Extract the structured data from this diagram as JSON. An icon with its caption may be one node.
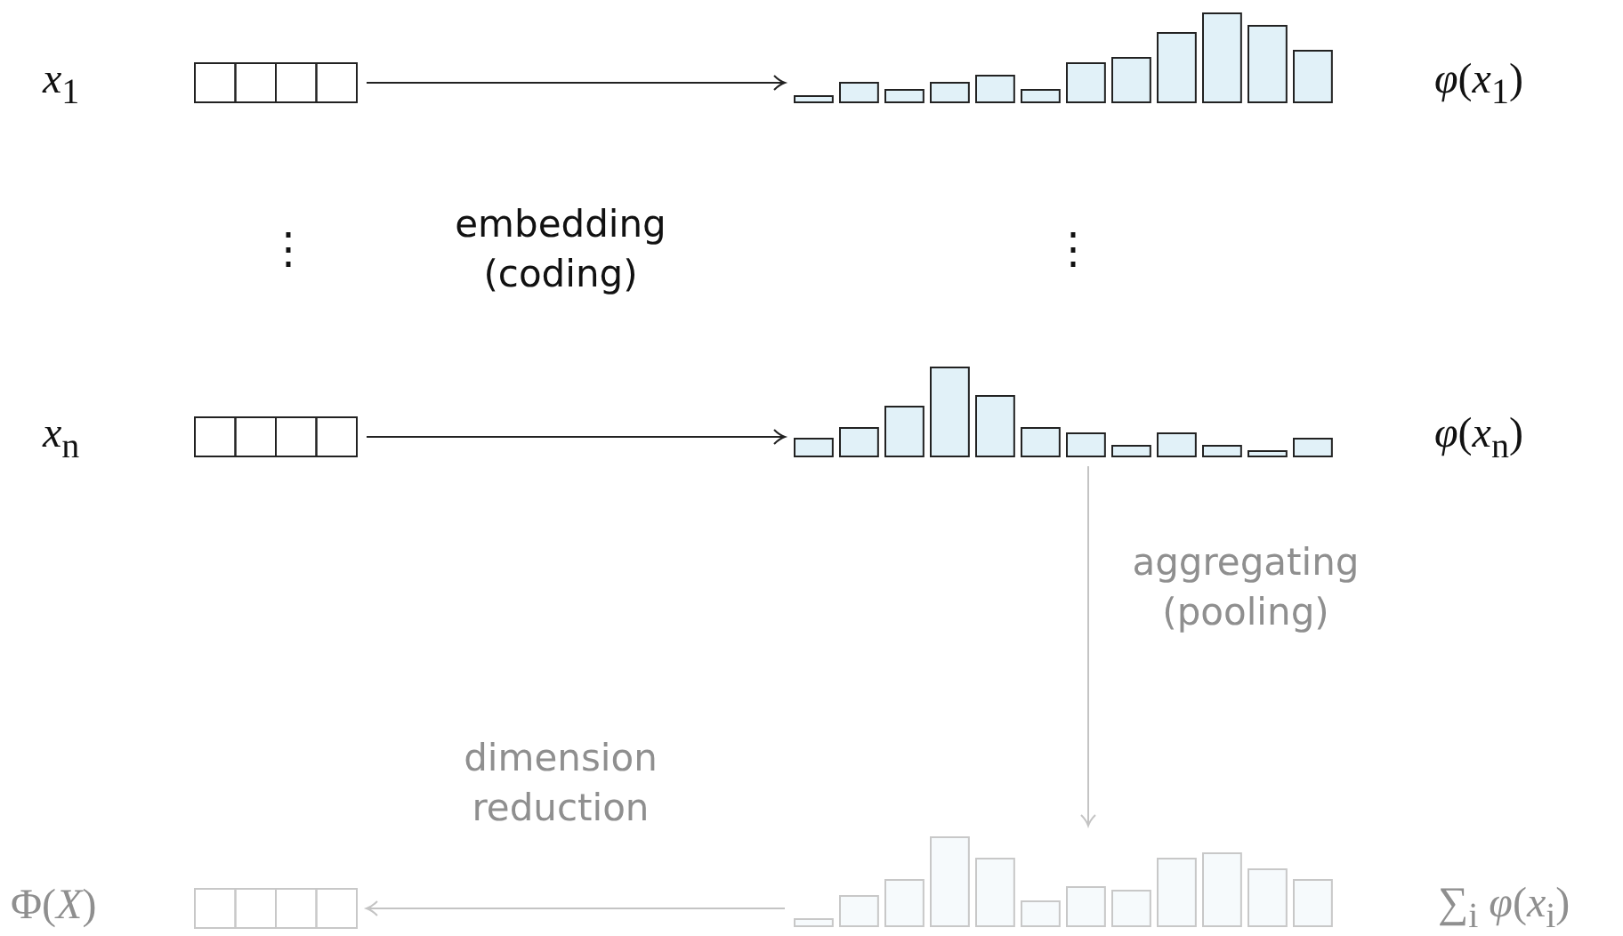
{
  "diagram": {
    "nodes": [
      {
        "text": [],
        "shape": "box",
        "beside": [
          "*x*$_{1}$"
        ]
      },
      {
        "text": [],
        "shape": "bar",
        "beside": [
          "*φ*(*x*$_{1}$)"
        ]
      },
      {
        "text": [],
        "shape": "box",
        "beside": [
          "*x*$_{n}$"
        ]
      },
      {
        "text": [],
        "shape": "bar",
        "beside": [
          "*φ*(*x*$_{n}$)"
        ]
      },
      {
        "text": [],
        "shape": "bar",
        "beside": [
          "∑$_{i}$ *φ*(*x*$_{i}$)"
        ]
      },
      {
        "text": [],
        "shape": "box",
        "beside": [
          "Φ(*X*)"
        ]
      }
    ],
    "edges": [
      {
        "from": 0,
        "to": 1,
        "arrow": "to"
      },
      {
        "from": 2,
        "to": 3,
        "arrow": "to"
      },
      {
        "from": 3,
        "to": 4,
        "arrow": "to",
        "label": "aggregating (pooling)",
        "color": "#c4c4c4"
      },
      {
        "from": 4,
        "to": 5,
        "arrow": "to",
        "label": "dimension reduction",
        "color": "#c4c4c4"
      }
    ],
    "labels": [
      "⋮",
      "embedding (coding)",
      "⋮"
    ]
  }
}
